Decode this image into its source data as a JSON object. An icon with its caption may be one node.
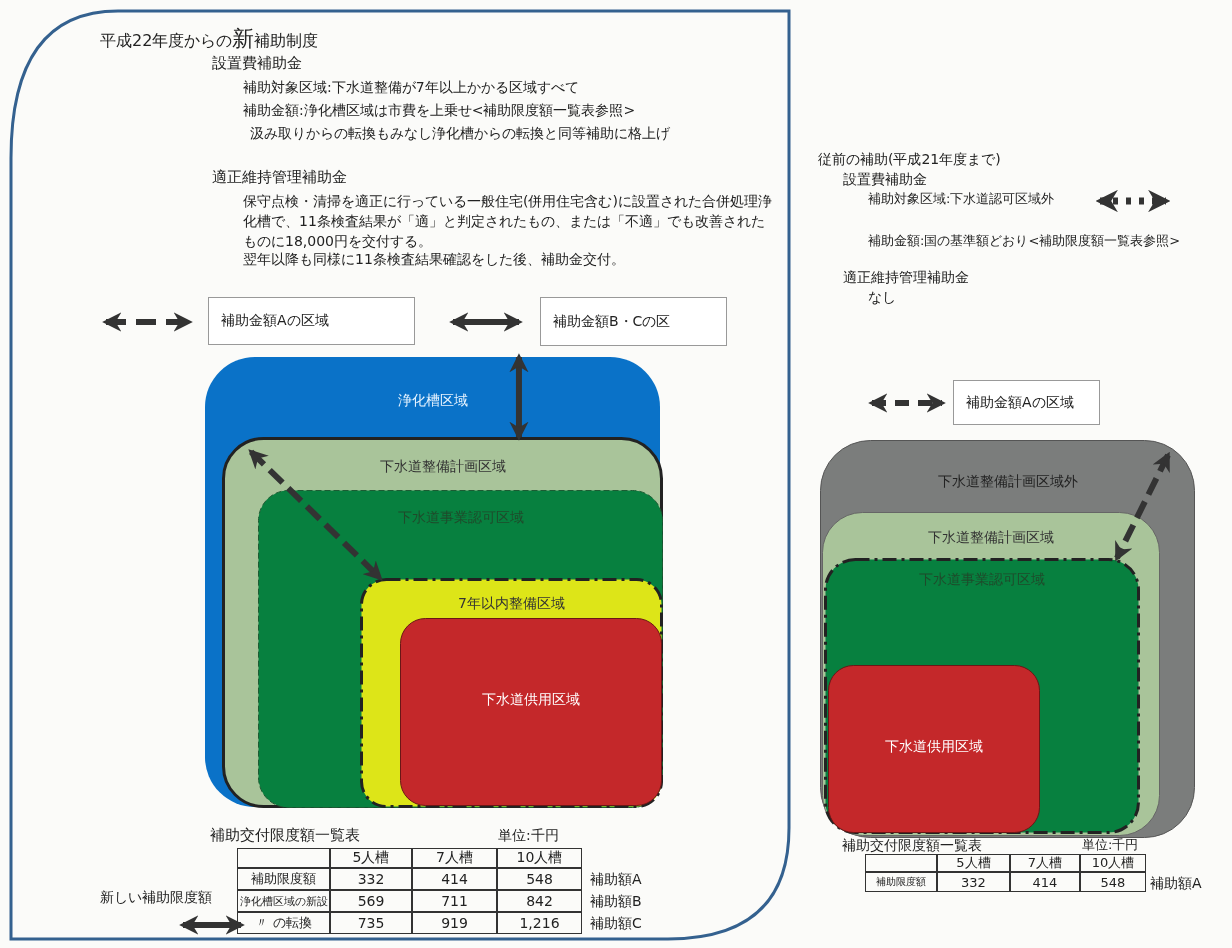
{
  "diagram": {
    "nodes": [
      {
        "text": [
          "平成22年度からの**新**補助制度",
          "設置費補助金",
          "補助対象区域:下水道整備が7年以上かかる区域すべて",
          "補助金額:浄化槽区域は市費を上乗せ<補助限度額一覧表参照>",
          "汲み取りからの転換もみなし浄化槽からの転換と同等補助に格上げ",
          "適正維持管理補助金",
          "保守点検・清掃を適正に行っている一般住宅(併用住宅含む)に設置された合併処理浄化槽で、11条検査結果が「適」と判定されたもの、または「不適」でも改善されたものに18,000円を交付する。",
          "翌年以降も同様に11条検査結果確認をした後、補助金交付。"
        ]
      },
      {
        "text": [
          "浄化槽区域"
        ],
        "in": 0
      },
      {
        "text": [
          "下水道整備計画区域"
        ],
        "in": 1
      },
      {
        "text": [
          "下水道事業認可区域"
        ],
        "in": 2
      },
      {
        "text": [
          "7年以内整備区域"
        ],
        "in": 3
      },
      {
        "text": [
          "下水道供用区域"
        ],
        "in": 4
      },
      {
        "text": [
          "下水道整備計画区域外"
        ]
      },
      {
        "text": [
          "下水道整備計画区域"
        ],
        "in": 6
      },
      {
        "text": [
          "下水道事業認可区域"
        ],
        "in": 7
      },
      {
        "text": [
          "下水道供用区域"
        ],
        "in": 8
      }
    ],
    "edges": [
      {
        "from": 1,
        "to": 2,
        "arrow": "both"
      },
      {
        "from": 2,
        "to": 4,
        "arrow": "both",
        "style": "dashed"
      },
      {
        "from": 6,
        "to": 8,
        "arrow": "both",
        "style": "dashed"
      }
    ],
    "labels": [
      "従前の補助(平成21年度まで)",
      "設置費補助金",
      "補助対象区域:下水道認可区域外",
      "補助金額:国の基準額どおり<補助限度額一覧表参照>",
      "適正維持管理補助金",
      "なし",
      "補助交付限度額一覧表",
      "単位:千円",
      "5人槽",
      "7人槽",
      "10人槽",
      "補助限度額",
      "332",
      "414",
      "548",
      "補助額A",
      "新しい補助限度額",
      "浄化槽区域の新設",
      "569",
      "711",
      "842",
      "補助額B",
      "〃 の転換",
      "735",
      "919",
      "1,216",
      "補助額C",
      "補助交付限度額一覧表",
      "単位:千円",
      "5人槽",
      "7人槽",
      "10人槽",
      "補助限度額",
      "332",
      "414",
      "548",
      "補助額A"
    ],
    "legend": [
      {
        "text": "補助金額Aの区域"
      },
      {
        "text": "補助金額B・Cの区"
      },
      {
        "text": "補助金額Aの区域"
      }
    ]
  }
}
